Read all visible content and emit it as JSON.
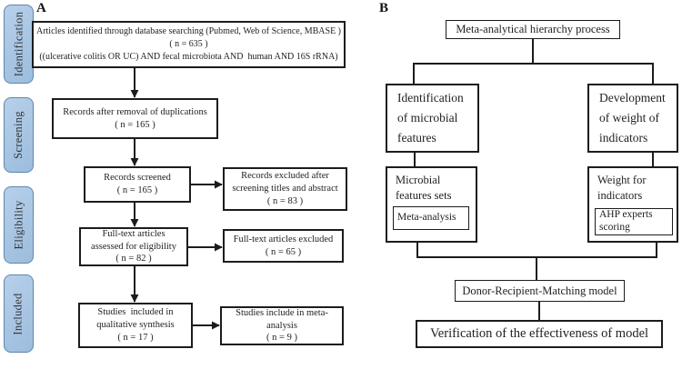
{
  "panel_a": {
    "label": "A",
    "stages": [
      {
        "label": "Identification"
      },
      {
        "label": "Screening"
      },
      {
        "label": "Eligibility"
      },
      {
        "label": "Included"
      }
    ],
    "boxes": [
      {
        "name": "articles-identified",
        "text": "Articles identified through database searching (Pubmed, Web of Science, MBASE )\n( n = 635 )\n((ulcerative colitis OR UC) AND fecal microbiota AND  human AND 16S rRNA)"
      },
      {
        "name": "records-after-dedup",
        "text": "Records after removal of duplications\n( n = 165 )"
      },
      {
        "name": "records-screened",
        "text": "Records screened\n( n = 165 )"
      },
      {
        "name": "records-excluded",
        "text": "Records excluded after\nscreening titles and abstract\n( n = 83 )"
      },
      {
        "name": "fulltext-assessed",
        "text": "Full-text articles\nassessed for eligibility\n( n = 82 )"
      },
      {
        "name": "fulltext-excluded",
        "text": "Full-text articles excluded\n( n = 65 )"
      },
      {
        "name": "studies-qualitative",
        "text": "Studies  included in\nqualitative synthesis\n( n = 17 )"
      },
      {
        "name": "studies-meta",
        "text": "Studies include in meta-\nanalysis\n( n = 9 )"
      }
    ]
  },
  "panel_b": {
    "label": "B",
    "boxes": {
      "top": "Meta-analytical hierarchy process",
      "identification": "Identification\nof microbial\nfeatures",
      "development": "Development\nof weight of\nindicators",
      "microbial_sets": "Microbial\nfeatures sets",
      "meta_analysis": "Meta-analysis",
      "weight_indicators": "Weight for\nindicators",
      "ahp": "AHP experts\nscoring",
      "matching_model": "Donor-Recipient-Matching model",
      "verification": "Verification of the effectiveness of model"
    }
  },
  "colors": {
    "stage_fill": "#a9c6e3",
    "stage_border": "#5e86ab",
    "line": "#1c1c1c"
  }
}
